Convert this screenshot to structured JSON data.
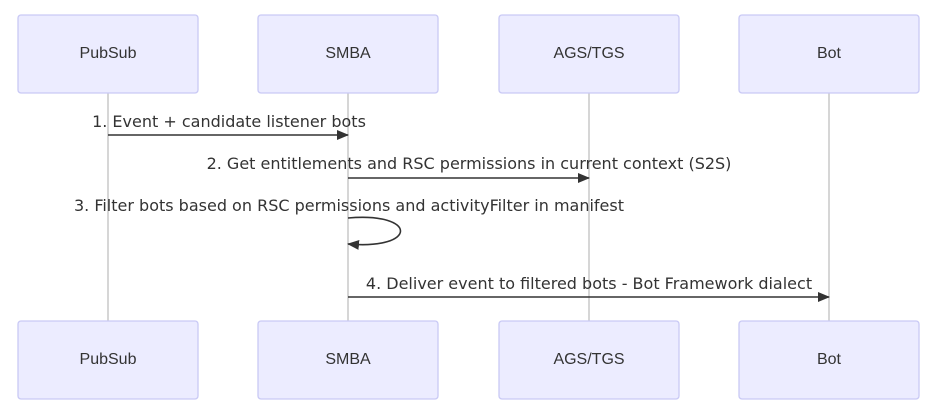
{
  "diagram": {
    "participants": [
      {
        "id": "pubsub",
        "label": "PubSub"
      },
      {
        "id": "smba",
        "label": "SMBA"
      },
      {
        "id": "ags",
        "label": "AGS/TGS"
      },
      {
        "id": "bot",
        "label": "Bot"
      }
    ],
    "messages": [
      {
        "from": "PubSub",
        "to": "SMBA",
        "label": "1. Event + candidate listener bots"
      },
      {
        "from": "SMBA",
        "to": "AGS/TGS",
        "label": "2. Get entitlements and RSC permissions in current context (S2S)"
      },
      {
        "from": "SMBA",
        "to": "SMBA",
        "label": "3. Filter bots based on RSC permissions and activityFilter in manifest"
      },
      {
        "from": "SMBA",
        "to": "Bot",
        "label": "4. Deliver event to filtered bots - Bot Framework dialect"
      }
    ]
  }
}
